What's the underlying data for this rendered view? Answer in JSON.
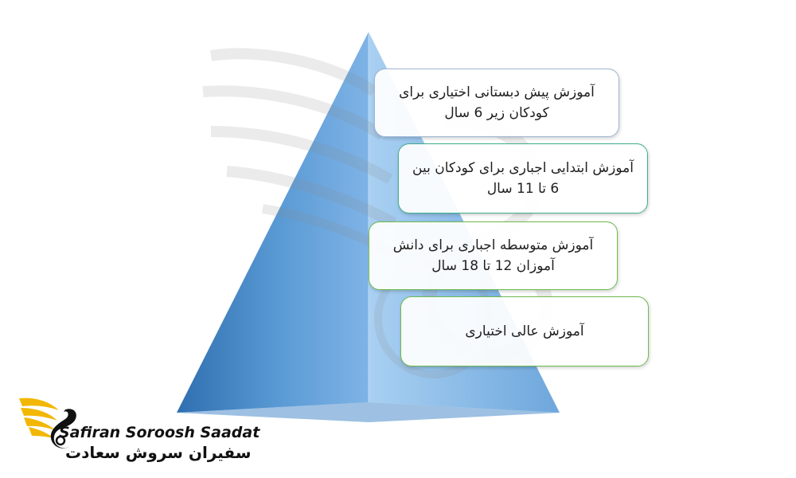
{
  "colors": {
    "pyramid_light": "#a9d0f2",
    "pyramid_mid": "#5b9bd5",
    "pyramid_dark": "#2f6fb0",
    "box_border": "#7fbf7f",
    "box_border_top": "#9fb7d6",
    "logo_gold": "#f2b705"
  },
  "levels": [
    {
      "text": "آموزش پیش دبستانی اختیاری برای کودکان زیر 6 سال",
      "border": "#9fb7d6"
    },
    {
      "text": "آموزش ابتدایی اجباری برای کودکان بین 6 تا 11 سال",
      "border": "#3fae8c"
    },
    {
      "text": "آموزش متوسطه اجباری برای دانش آموزان 12 تا 18 سال",
      "border": "#6dbb4f"
    },
    {
      "text": "آموزش عالی اختیاری",
      "border": "#6dbb4f"
    }
  ],
  "logo": {
    "latin": "Safiran Soroosh Saadat",
    "persian": "سفیران سروش سعادت",
    "icon": "winged-swan-icon"
  }
}
